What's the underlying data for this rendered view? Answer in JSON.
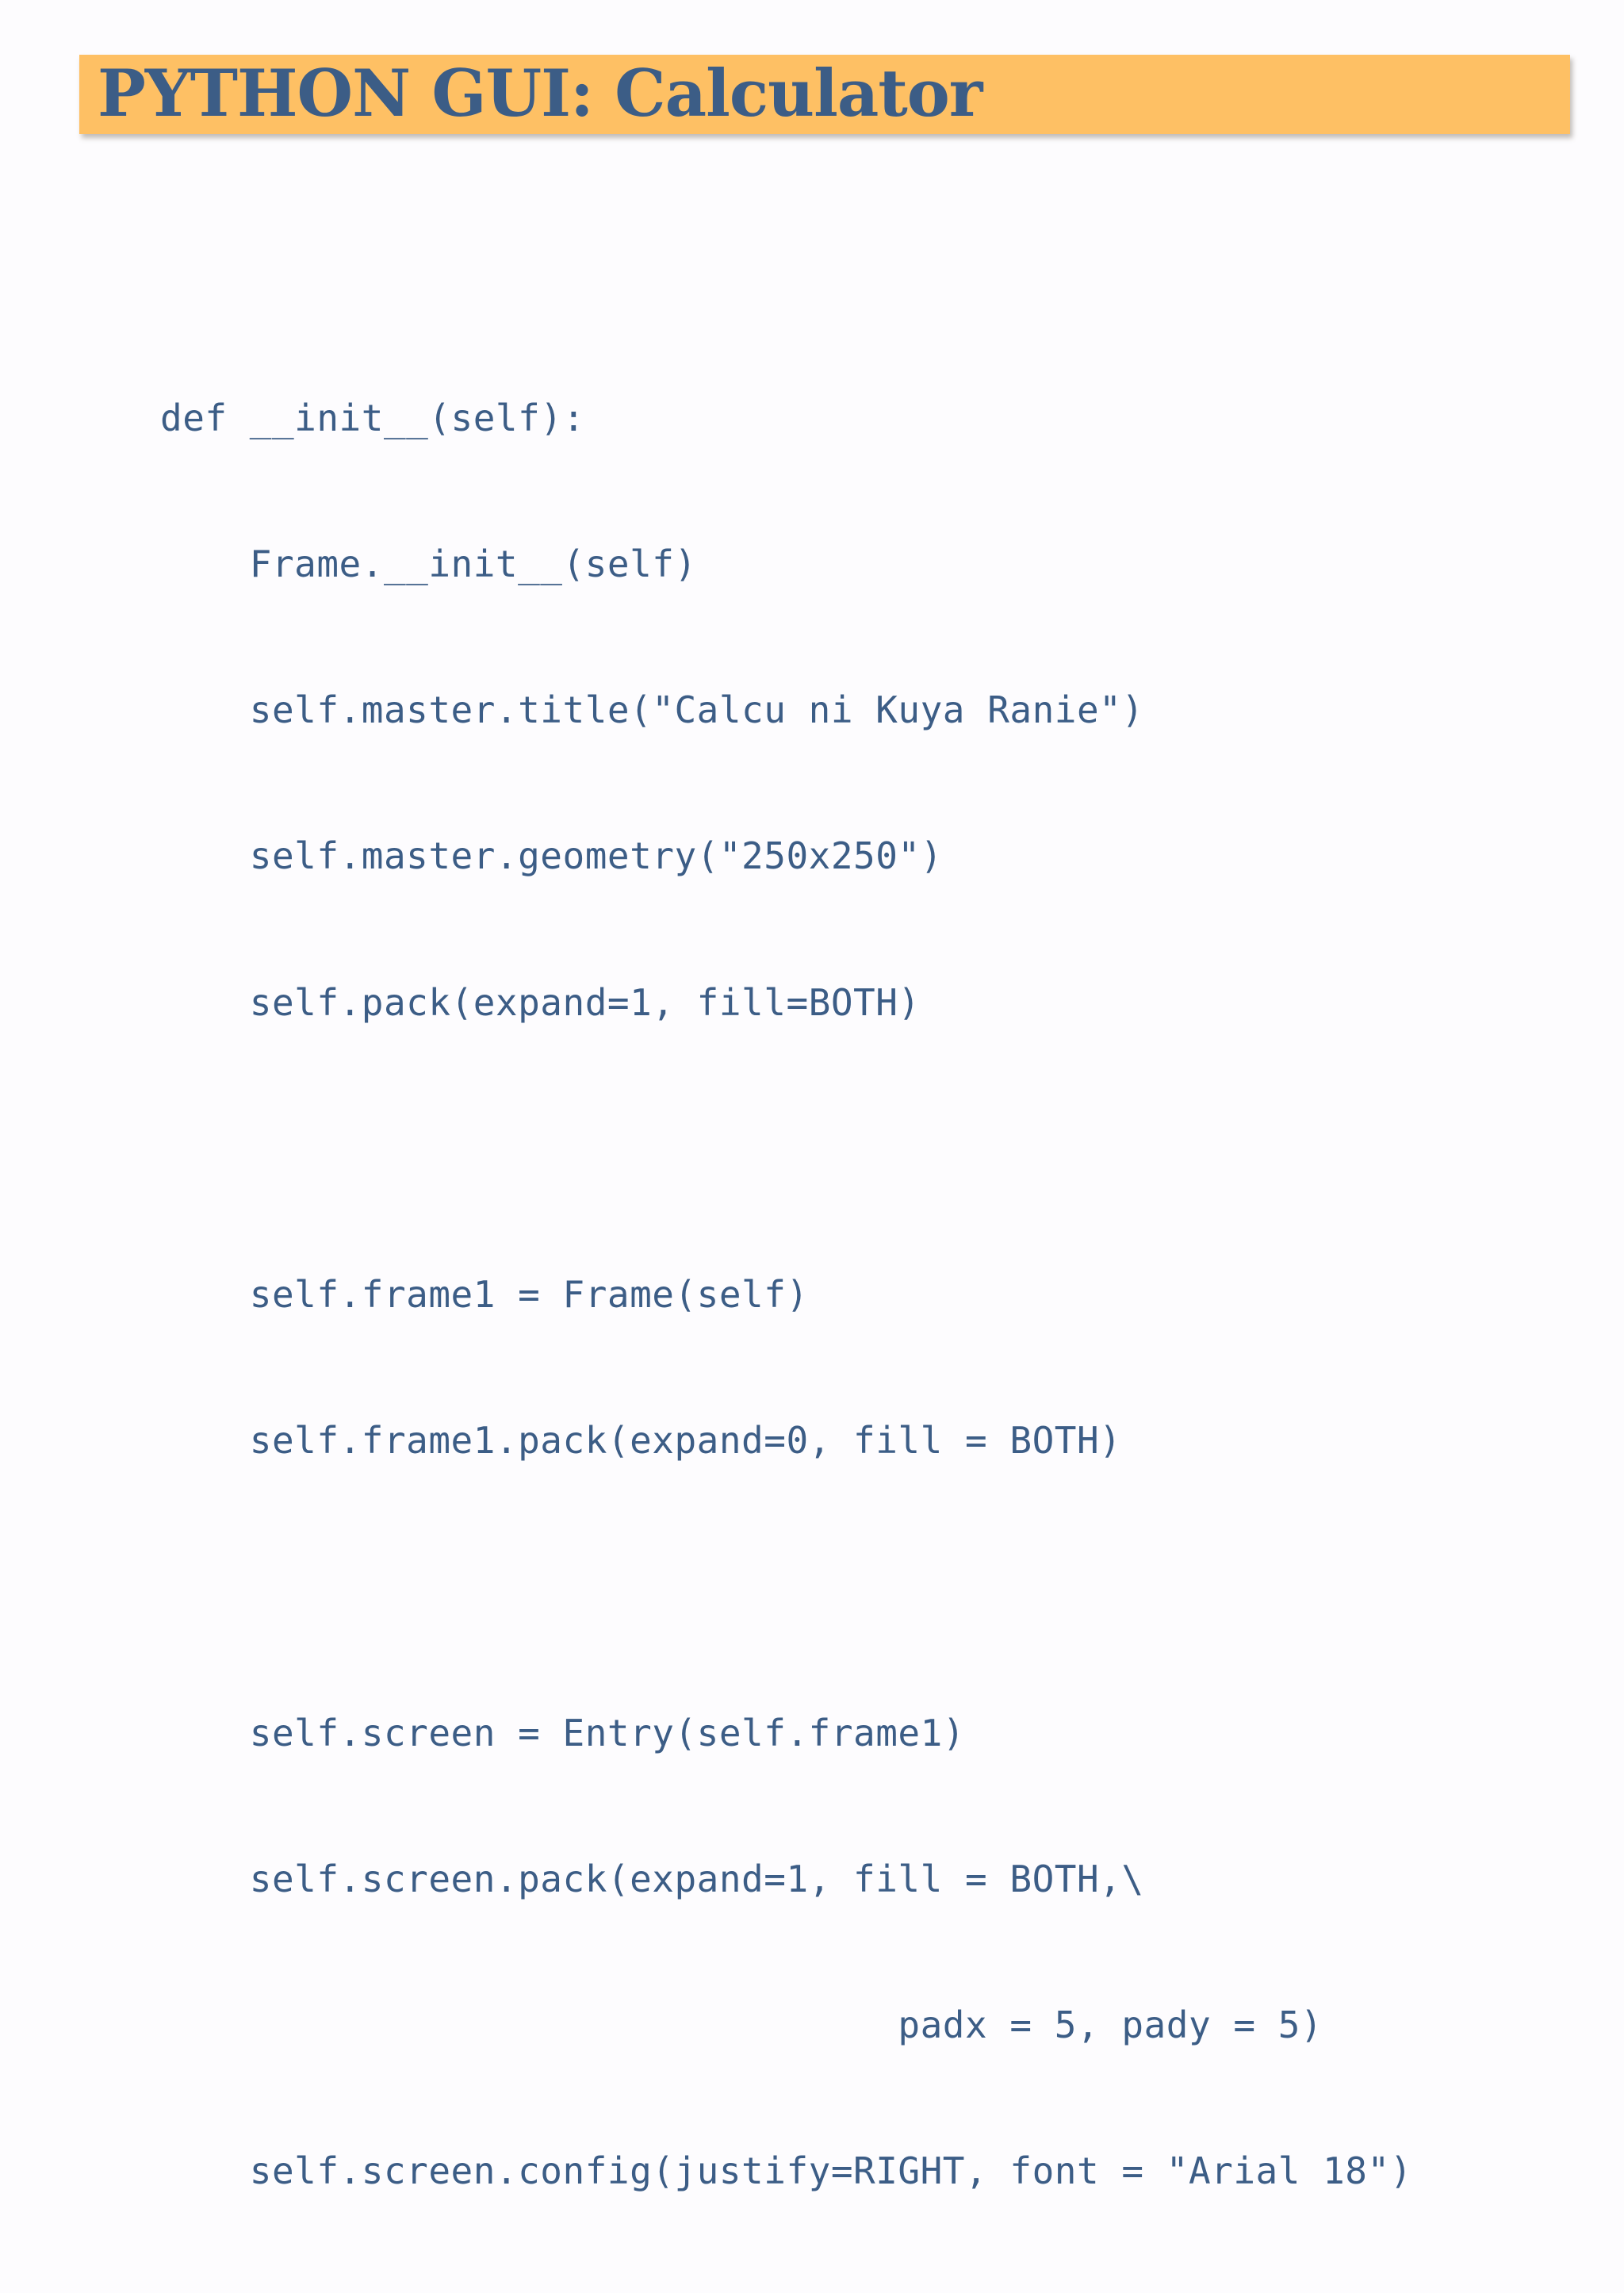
{
  "slide": {
    "title": "PYTHON GUI: Calculator",
    "code_lines": [
      "def __init__(self):",
      "    Frame.__init__(self)",
      "    self.master.title(\"Calcu ni Kuya Ranie\")",
      "    self.master.geometry(\"250x250\")",
      "    self.pack(expand=1, fill=BOTH)",
      "",
      "    self.frame1 = Frame(self)",
      "    self.frame1.pack(expand=0, fill = BOTH)",
      "",
      "    self.screen = Entry(self.frame1)",
      "    self.screen.pack(expand=1, fill = BOTH,\\",
      "                                 padx = 5, pady = 5)",
      "    self.screen.config(justify=RIGHT, font = \"Arial 18\")"
    ]
  },
  "colors": {
    "title_bar": "#fec064",
    "text": "#3c5d86",
    "background": "#fdfcfe"
  }
}
